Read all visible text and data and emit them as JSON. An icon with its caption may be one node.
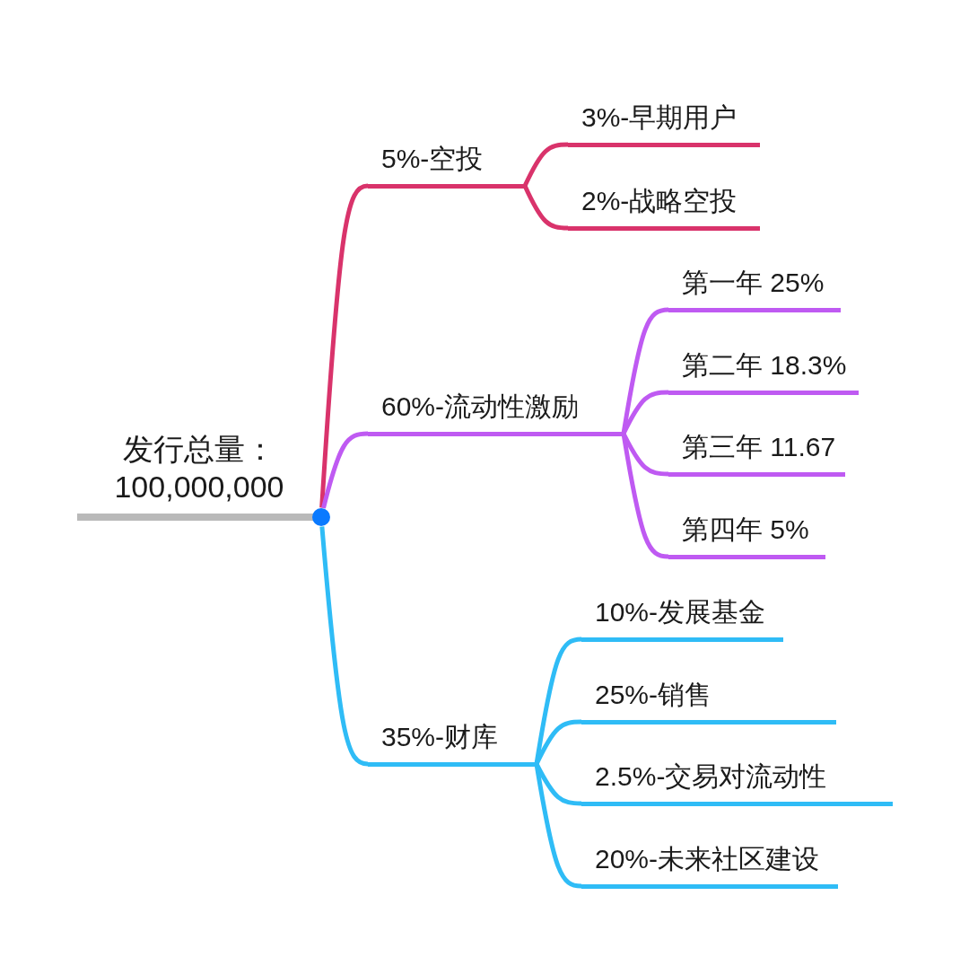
{
  "diagram": {
    "nodes": [
      {
        "text": [
          "发行总量：100,000,000"
        ]
      },
      {
        "text": [
          "5%-空投"
        ]
      },
      {
        "text": [
          "3%-早期用户"
        ]
      },
      {
        "text": [
          "2%-战略空投"
        ]
      },
      {
        "text": [
          "60%-流动性激励"
        ]
      },
      {
        "text": [
          "第一年 25%"
        ]
      },
      {
        "text": [
          "第二年 18.3%"
        ]
      },
      {
        "text": [
          "第三年 11.67"
        ]
      },
      {
        "text": [
          "第四年 5%"
        ]
      },
      {
        "text": [
          "35%-财库"
        ]
      },
      {
        "text": [
          "10%-发展基金"
        ]
      },
      {
        "text": [
          "25%-销售"
        ]
      },
      {
        "text": [
          "2.5%-交易对流动性"
        ]
      },
      {
        "text": [
          "20%-未来社区建设"
        ]
      }
    ],
    "edges": [
      {
        "from": 0,
        "to": 1,
        "arrow": "none",
        "color": "#d9336b"
      },
      {
        "from": 1,
        "to": 2,
        "arrow": "none",
        "color": "#d9336b"
      },
      {
        "from": 1,
        "to": 3,
        "arrow": "none",
        "color": "#d9336b"
      },
      {
        "from": 0,
        "to": 4,
        "arrow": "none",
        "color": "#bf5af2"
      },
      {
        "from": 4,
        "to": 5,
        "arrow": "none",
        "color": "#bf5af2"
      },
      {
        "from": 4,
        "to": 6,
        "arrow": "none",
        "color": "#bf5af2"
      },
      {
        "from": 4,
        "to": 7,
        "arrow": "none",
        "color": "#bf5af2"
      },
      {
        "from": 4,
        "to": 8,
        "arrow": "none",
        "color": "#bf5af2"
      },
      {
        "from": 0,
        "to": 9,
        "arrow": "none",
        "color": "#2fbcf6"
      },
      {
        "from": 9,
        "to": 10,
        "arrow": "none",
        "color": "#2fbcf6"
      },
      {
        "from": 9,
        "to": 11,
        "arrow": "none",
        "color": "#2fbcf6"
      },
      {
        "from": 9,
        "to": 12,
        "arrow": "none",
        "color": "#2fbcf6"
      },
      {
        "from": 9,
        "to": 13,
        "arrow": "none",
        "color": "#2fbcf6"
      }
    ]
  }
}
